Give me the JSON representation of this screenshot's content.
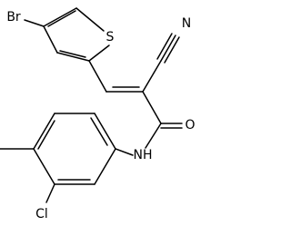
{
  "structure": {
    "atoms": {
      "br": "Br",
      "s": "S",
      "n_nitrile": "N",
      "o": "O",
      "nh": "NH",
      "cl": "Cl"
    },
    "colors": {
      "bond": "#000000",
      "label": "#000000",
      "background": "#ffffff"
    }
  }
}
